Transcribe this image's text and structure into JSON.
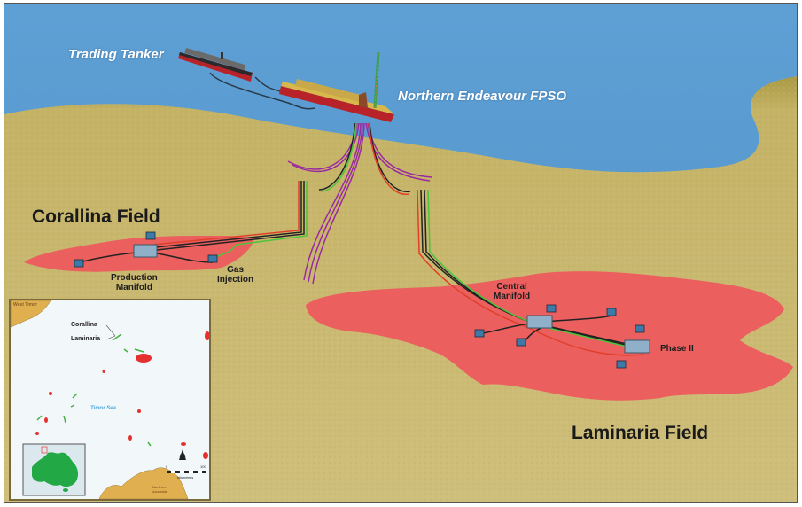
{
  "diagram": {
    "title": "Laminaria-Corallina Subsea Development",
    "vessels": {
      "tanker_label": "Trading Tanker",
      "fpso_label": "Northern Endeavour FPSO"
    },
    "fields": {
      "corallina": {
        "title": "Corallina Field",
        "production_manifold_line1": "Production",
        "production_manifold_line2": "Manifold",
        "gas_injection_line1": "Gas",
        "gas_injection_line2": "Injection"
      },
      "laminaria": {
        "title": "Laminaria Field",
        "central_manifold_line1": "Central",
        "central_manifold_line2": "Manifold",
        "phase2_label": "Phase II"
      }
    },
    "inset_map": {
      "west_timor": "West Timor",
      "corallina": "Corallina",
      "laminaria": "Laminaria",
      "timor_sea": "Timor Sea",
      "northern_australia_line1": "Northern",
      "northern_australia_line2": "Australia",
      "scale_start": "0",
      "scale_end": "100",
      "scale_units": "kilometres"
    },
    "colors": {
      "sea": "#5b9bd0",
      "seabed": "#c9b46a",
      "field_area": "#ec5f5f",
      "flowline_red": "#e0402a",
      "flowline_green": "#4cc43c",
      "riser_purple": "#9a2aa0",
      "inset_land": "#e0b050",
      "inset_australia": "#22a844"
    }
  }
}
